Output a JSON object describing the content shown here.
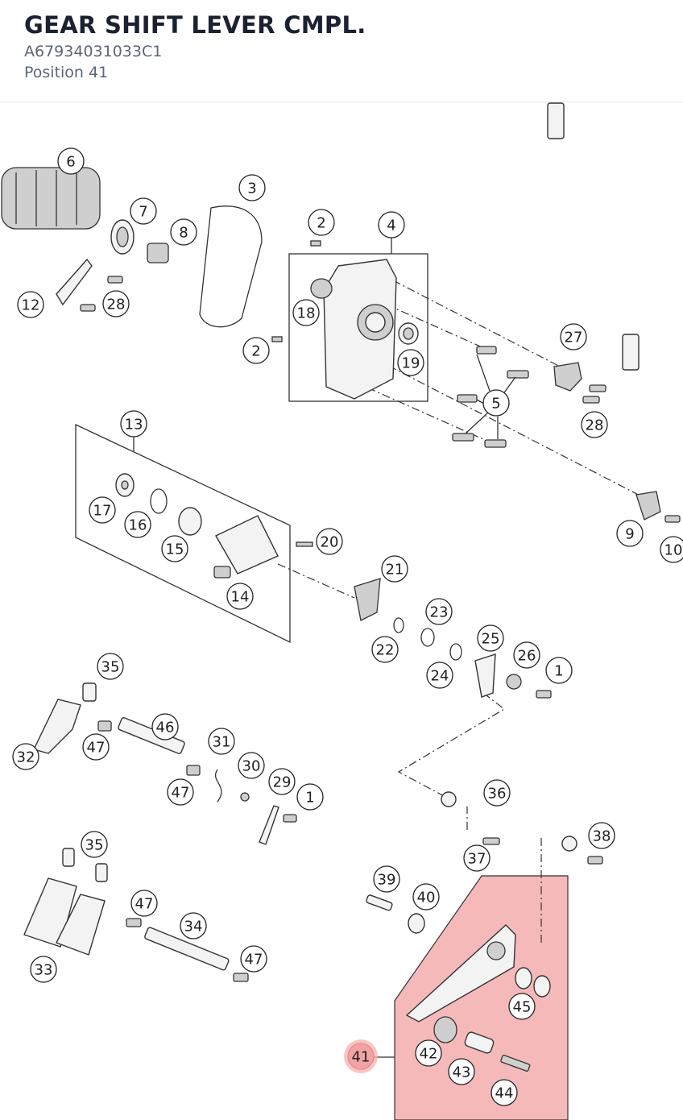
{
  "header": {
    "title": "GEAR SHIFT LEVER CMPL.",
    "part_number": "A67934031033C1",
    "position": "Position 41"
  },
  "diagram": {
    "highlight_color": "#f4a7a7",
    "selected_label": "41",
    "labels": [
      "1",
      "2",
      "3",
      "4",
      "5",
      "6",
      "7",
      "8",
      "9",
      "10",
      "12",
      "13",
      "14",
      "15",
      "16",
      "17",
      "18",
      "19",
      "20",
      "21",
      "22",
      "23",
      "24",
      "25",
      "26",
      "27",
      "28",
      "29",
      "30",
      "31",
      "32",
      "33",
      "34",
      "35",
      "36",
      "37",
      "38",
      "39",
      "40",
      "41",
      "42",
      "43",
      "44",
      "45",
      "46",
      "47"
    ]
  }
}
